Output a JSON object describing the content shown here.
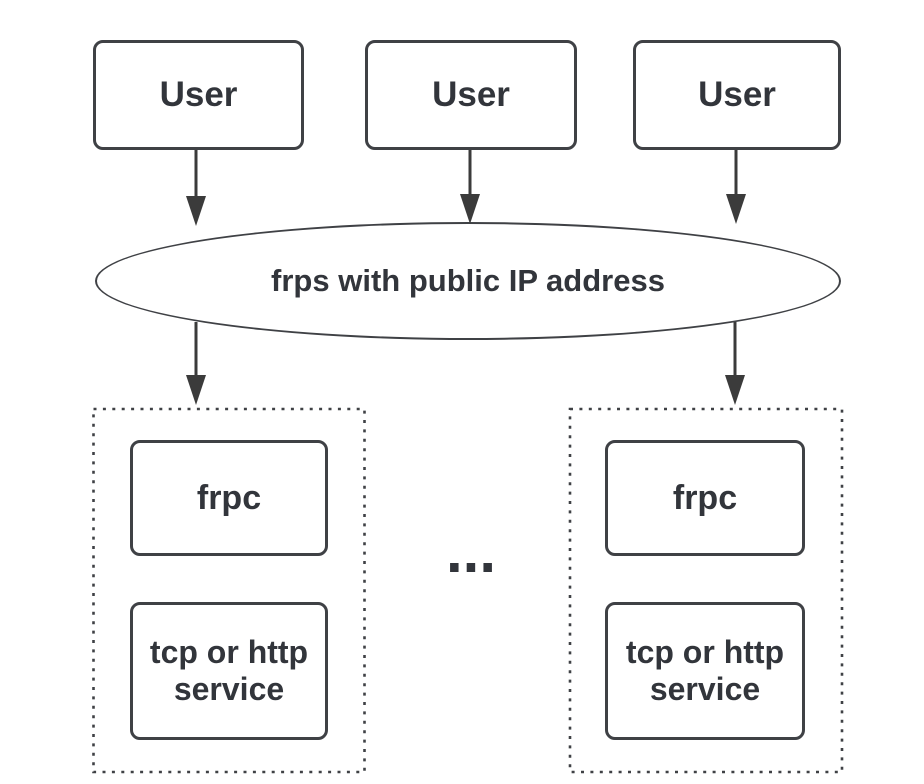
{
  "colors": {
    "background": "#ffffff",
    "stroke": "#3f4145",
    "arrow": "#3b3b3b",
    "text": "#32353b"
  },
  "diagram": {
    "users": [
      {
        "label": "User"
      },
      {
        "label": "User"
      },
      {
        "label": "User"
      }
    ],
    "server": {
      "label": "frps with public IP address"
    },
    "ellipsis": "...",
    "clients": [
      {
        "frpc_label": "frpc",
        "service_label": "tcp or http service"
      },
      {
        "frpc_label": "frpc",
        "service_label": "tcp or http service"
      }
    ]
  }
}
